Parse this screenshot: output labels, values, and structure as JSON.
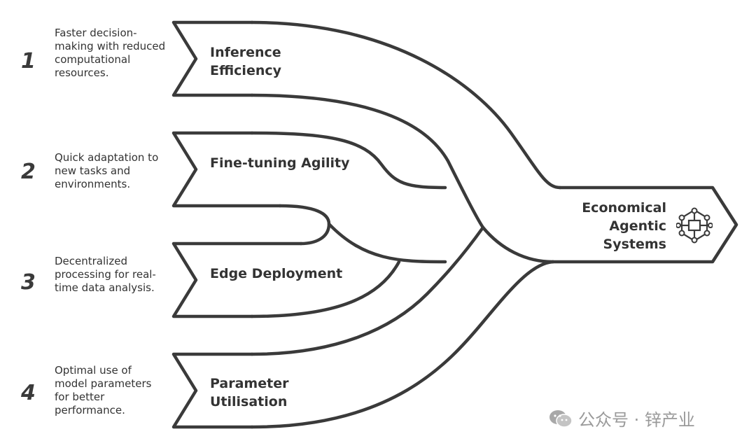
{
  "steps": [
    {
      "number": "1",
      "title": "Inference Efficiency",
      "description": "Faster decision-making with reduced computational resources."
    },
    {
      "number": "2",
      "title": "Fine-tuning Agility",
      "description": "Quick adaptation to new tasks and environments."
    },
    {
      "number": "3",
      "title": "Edge Deployment",
      "description": "Decentralized processing for real-time data analysis."
    },
    {
      "number": "4",
      "title": "Parameter Utilisation",
      "description": "Optimal use of model parameters for better performance."
    }
  ],
  "target": {
    "title": "Economical Agentic Systems",
    "icon": "network-hub-icon"
  },
  "watermark": {
    "text": "公众号 · 锌产业",
    "icon": "wechat-icon"
  }
}
